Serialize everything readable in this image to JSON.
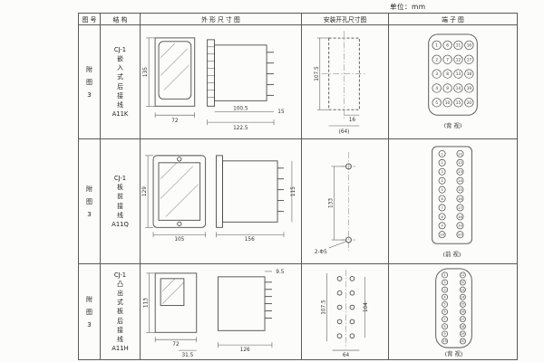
{
  "unit_label": "单位：mm",
  "headers": {
    "fig_no": "图 号",
    "structure": "结 构",
    "outline": "外 形 尺 寸 图",
    "install": "安装开孔尺寸图",
    "terminal": "端 子 图"
  },
  "rows": [
    {
      "fig": "附\n图\n3",
      "structure": "CJ-1\n嵌\n入\n式\n后\n接\n线\nA11K",
      "outline": {
        "h": "135",
        "w": "72",
        "d1": "100.5",
        "d2": "122.5",
        "d3": "15"
      },
      "install": {
        "h": "107.5",
        "w1": "16",
        "w2": "(64)"
      },
      "terminal": {
        "view": "(背 视)",
        "numbers": [
          [
            "1",
            "6",
            "11",
            "16"
          ],
          [
            "2",
            "7",
            "12",
            "17"
          ],
          [
            "3",
            "8",
            "13",
            "18"
          ],
          [
            "4",
            "9",
            "14",
            "19"
          ],
          [
            "5",
            "10",
            "15",
            "20"
          ]
        ]
      }
    },
    {
      "fig": "附\n图\n3",
      "structure": "CJ-1\n板\n前\n接\n线\nA11Q",
      "outline": {
        "h": "129",
        "w": "105",
        "d1": "156",
        "d2": "115"
      },
      "install": {
        "h": "133",
        "hole": "2-Φ5"
      },
      "terminal": {
        "view": "(前 视)",
        "pairs": [
          [
            "1",
            "11"
          ],
          [
            "2",
            "12"
          ],
          [
            "3",
            "13"
          ],
          [
            "4",
            "14"
          ],
          [
            "5",
            "15"
          ],
          [
            "6",
            "16"
          ],
          [
            "7",
            "17"
          ],
          [
            "8",
            "18"
          ],
          [
            "9",
            "19"
          ],
          [
            "10",
            "20"
          ]
        ]
      }
    },
    {
      "fig": "附\n图\n3",
      "structure": "CJ-1\n凸\n出\n式\n板\n后\n接\n线\nA11H",
      "outline": {
        "h": "113",
        "w": "72",
        "d1": "31.5",
        "d2": "9.5",
        "d3": "126"
      },
      "install": {
        "h": "107.5",
        "h2": "104",
        "w": "64"
      },
      "terminal": {
        "view": "(背 视)",
        "pairs": [
          [
            "1",
            "11"
          ],
          [
            "2",
            "12"
          ],
          [
            "3",
            "13"
          ],
          [
            "4",
            "14"
          ],
          [
            "5",
            "15"
          ],
          [
            "6",
            "16"
          ],
          [
            "7",
            "17"
          ],
          [
            "8",
            "18"
          ],
          [
            "9",
            "19"
          ],
          [
            "10",
            "20"
          ]
        ]
      }
    }
  ]
}
